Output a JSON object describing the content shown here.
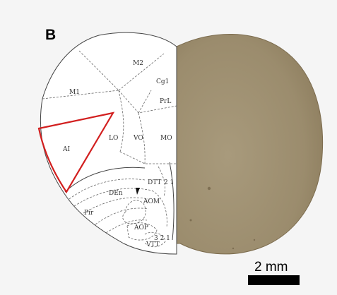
{
  "figure": {
    "panel_letter": "B",
    "regions": {
      "m2": "M2",
      "cg1": "Cg1",
      "m1": "M1",
      "prl": "PrL",
      "lo": "LO",
      "vo": "VO",
      "mo": "MO",
      "ai": "AI",
      "dtt": "DTT",
      "dtt_layers": "2 1",
      "den": "DEn",
      "aom": "AOM",
      "pir": "Pir",
      "aop": "AOP",
      "vtt": "VTT",
      "vtt_layers": "3 2 1"
    },
    "highlight_color": "#d21f1f",
    "tissue_color": "#9d8e6f",
    "scale_bar": {
      "label": "2 mm",
      "color": "#000000"
    }
  }
}
